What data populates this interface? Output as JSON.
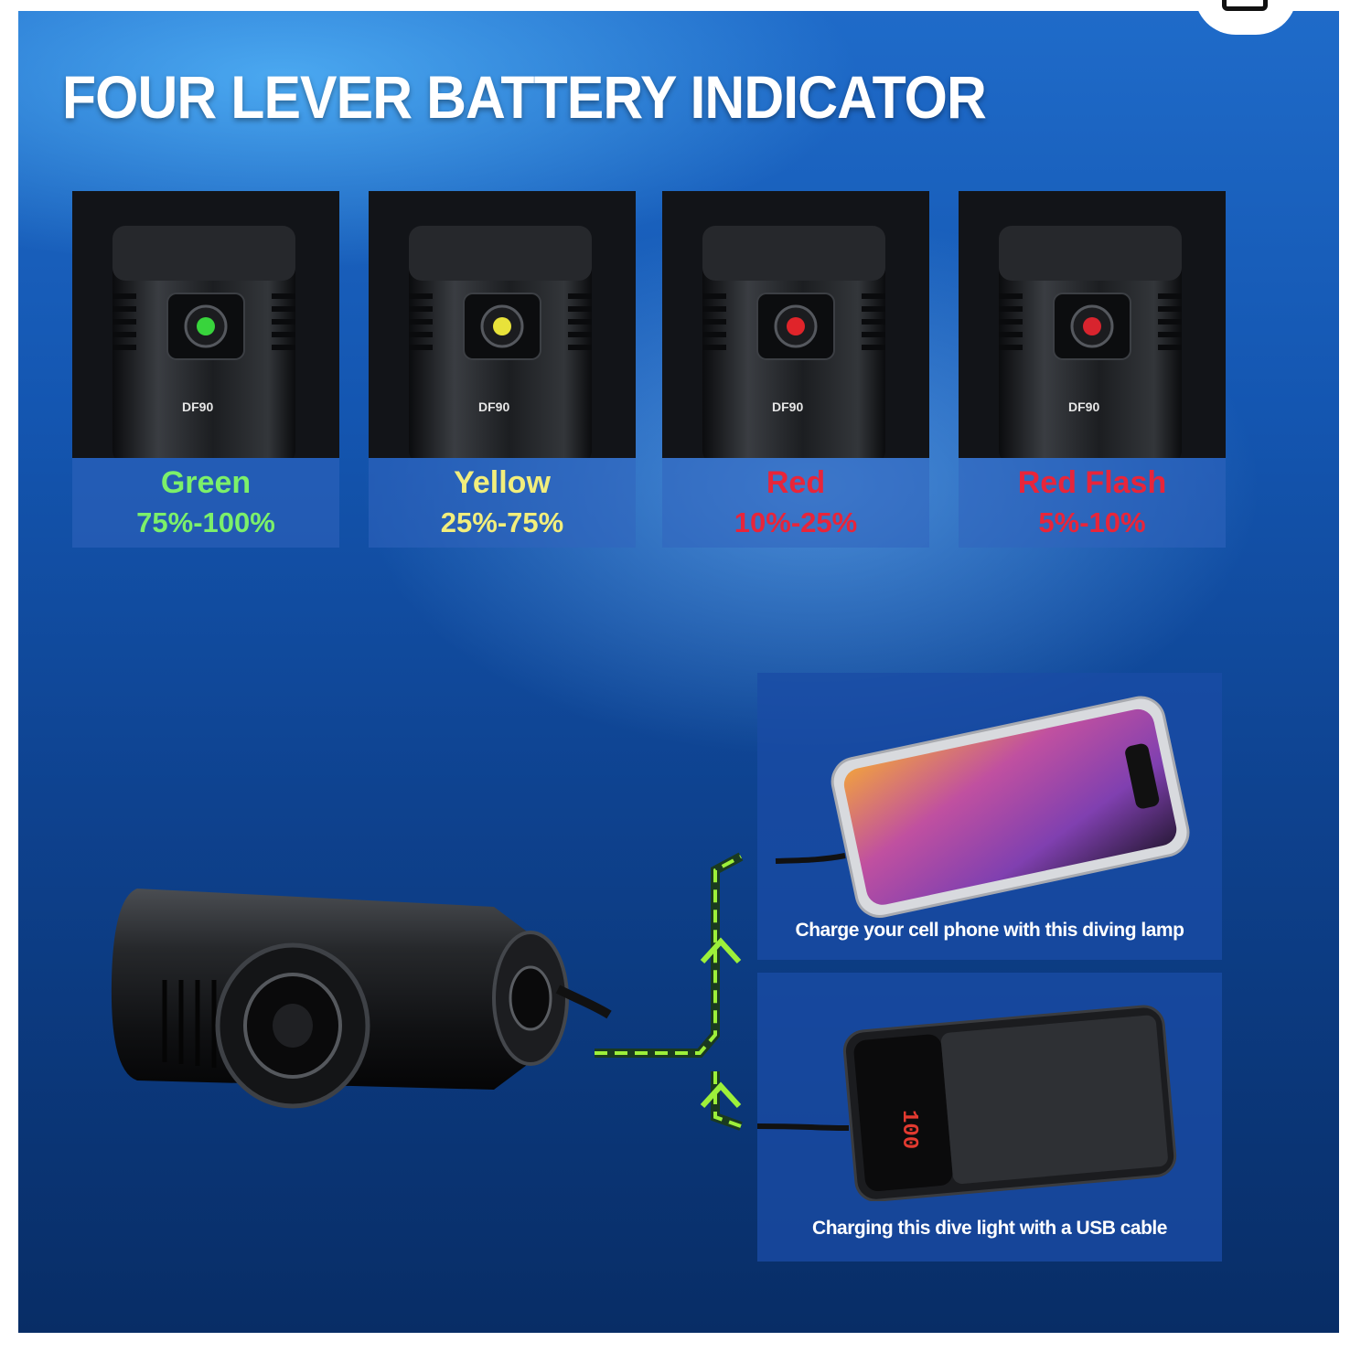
{
  "title": "FOUR LEVER BATTERY INDICATOR",
  "indicators": [
    {
      "name": "Green",
      "range": "75%-100%",
      "led_color": "#38d43c",
      "text_color": "#7cf06a",
      "brand": "DF90"
    },
    {
      "name": "Yellow",
      "range": "25%-75%",
      "led_color": "#e8e23a",
      "text_color": "#f2ee7c",
      "brand": "DF90"
    },
    {
      "name": "Red",
      "range": "10%-25%",
      "led_color": "#e0242a",
      "text_color": "#e8253a",
      "brand": "DF90"
    },
    {
      "name": "Red Flash",
      "range": "5%-10%",
      "led_color": "#d8242e",
      "text_color": "#e8253a",
      "brand": "DF90"
    }
  ],
  "charging": {
    "phone_caption": "Charge your cell phone with this diving lamp",
    "bank_caption": "Charging this dive light with a USB cable",
    "power_bank_display": "100"
  },
  "colors": {
    "arrow_green": "#9df03a",
    "background_top": "#1f6bc9",
    "background_bottom": "#082d66"
  }
}
